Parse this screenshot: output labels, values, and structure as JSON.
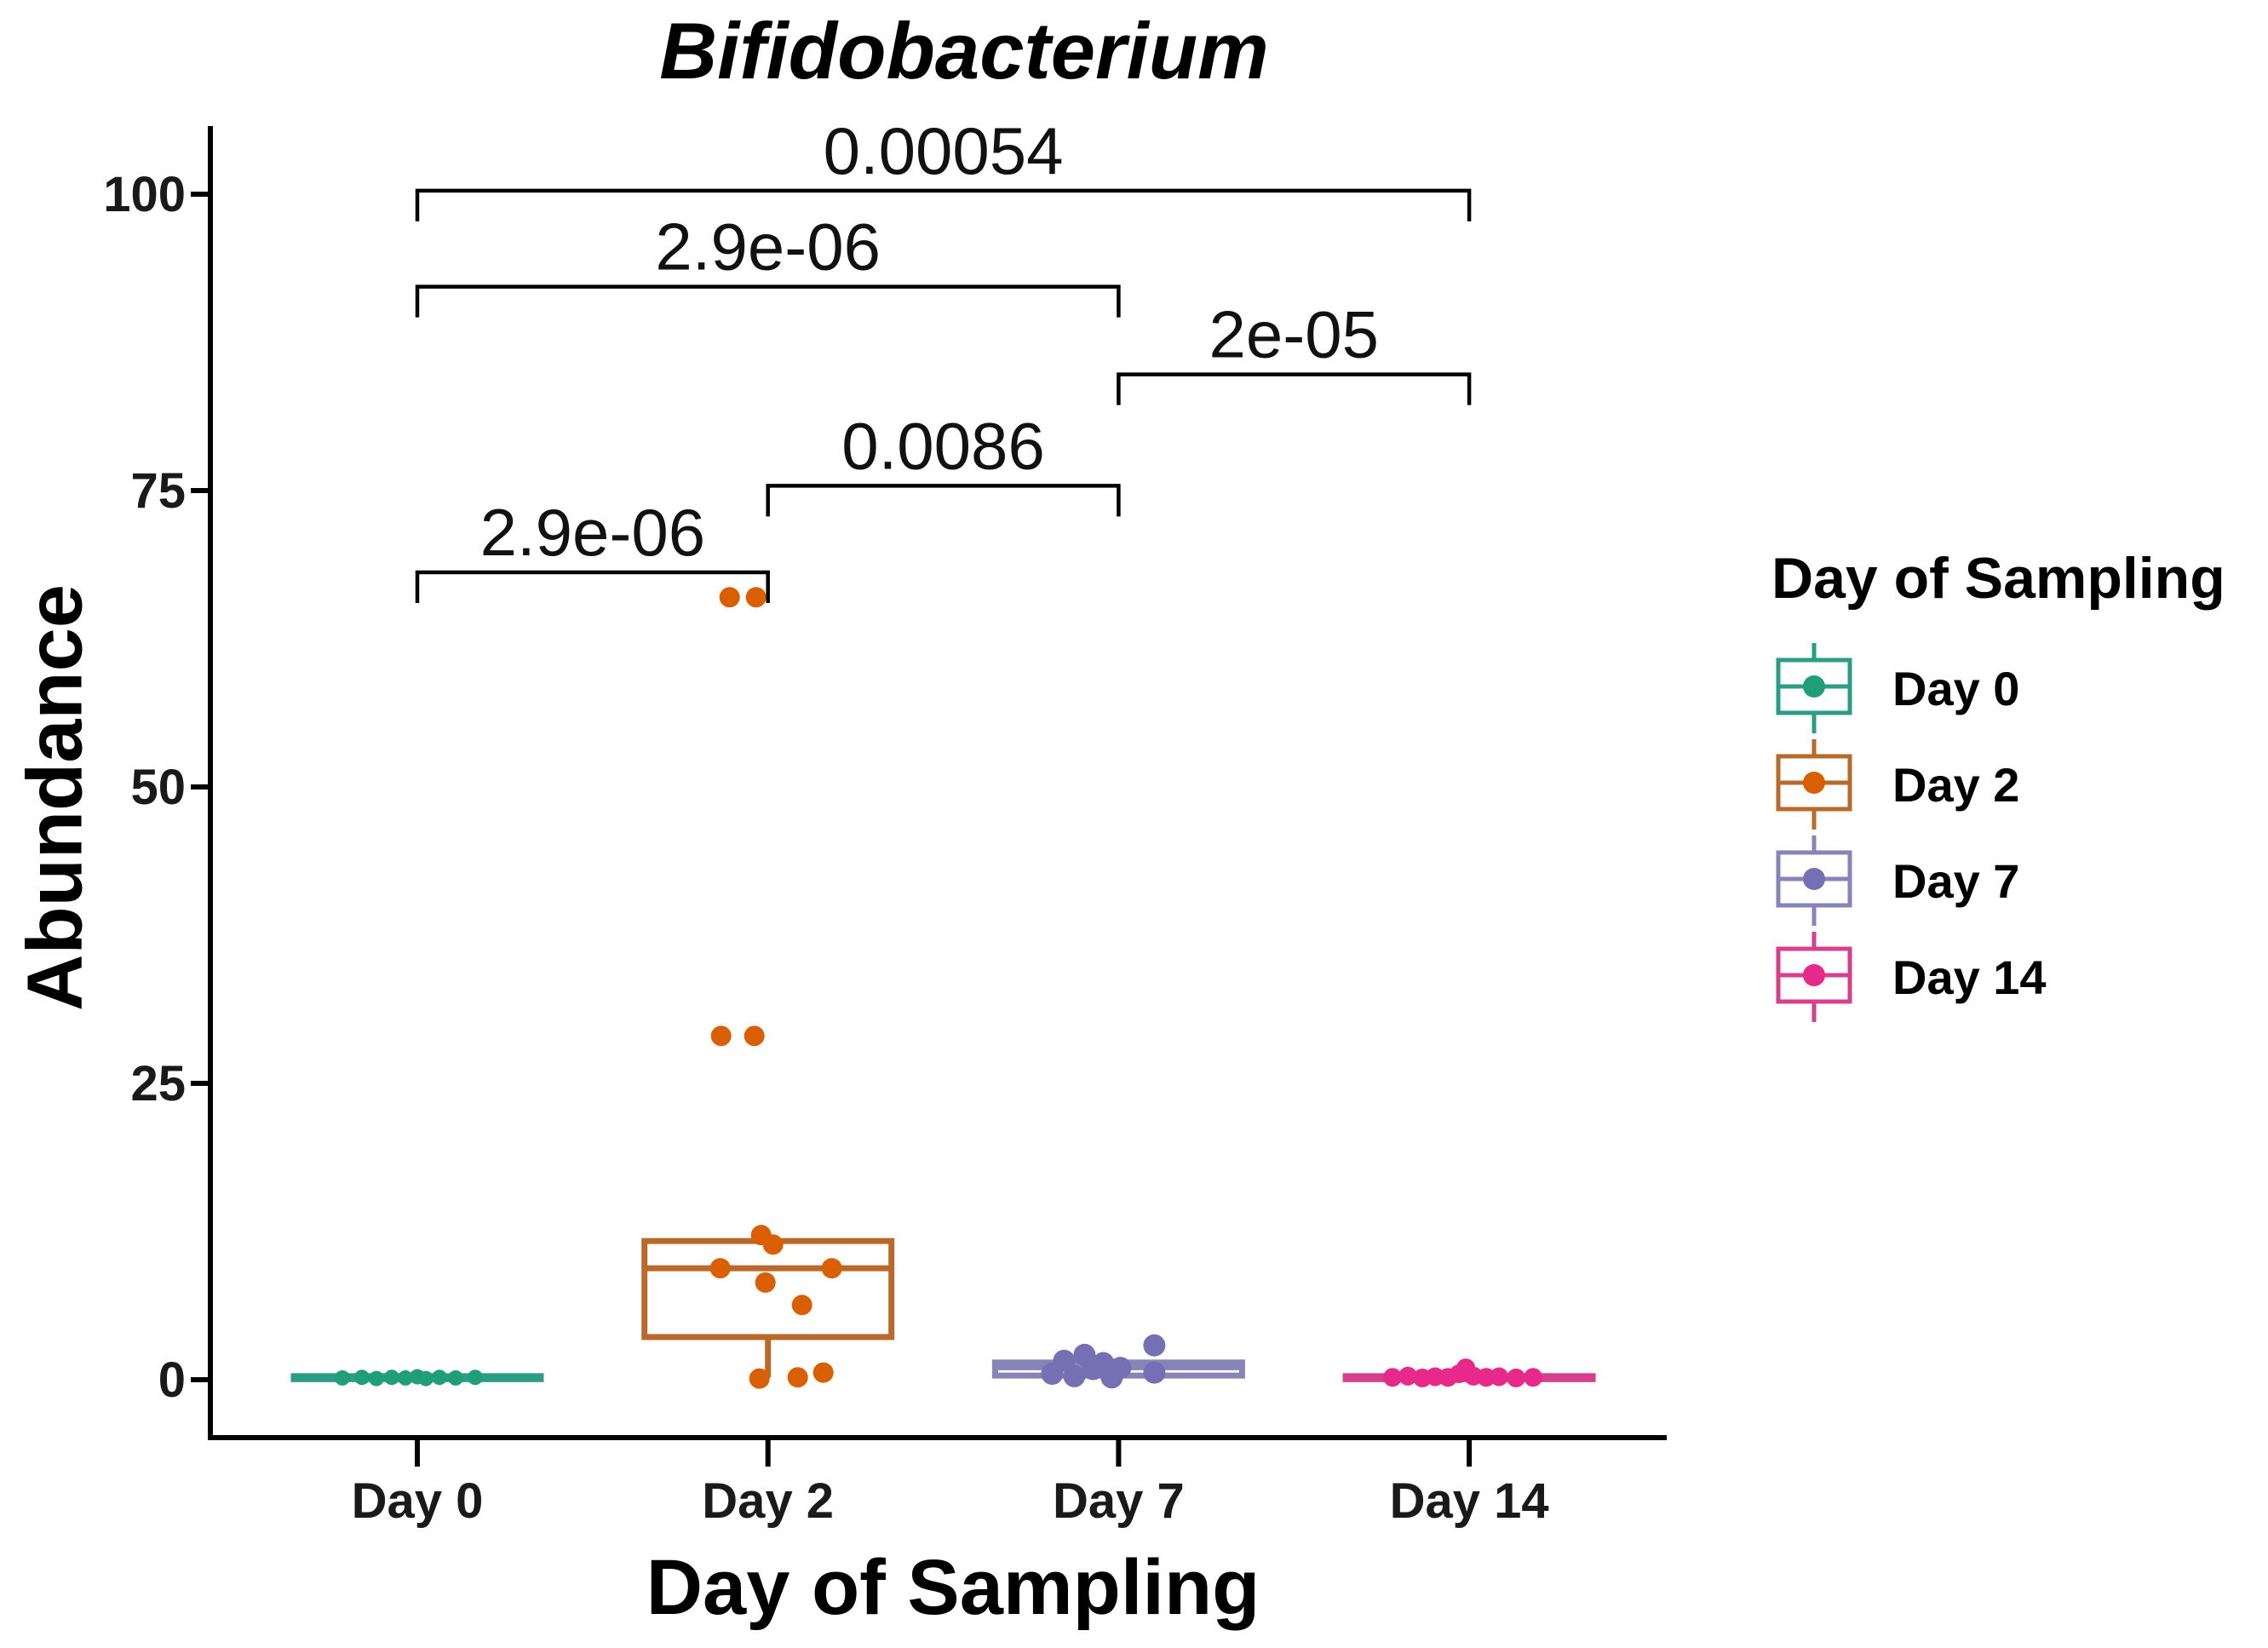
{
  "chart_data": {
    "type": "boxplot",
    "title": "Bifidobacterium",
    "xlabel": "Day of Sampling",
    "ylabel": "Abundance",
    "ylim": [
      -5,
      105
    ],
    "yticks": [
      0,
      25,
      50,
      75,
      100
    ],
    "grid": "off",
    "categories": [
      "Day 0",
      "Day 2",
      "Day 7",
      "Day 14"
    ],
    "legend": {
      "title": "Day of Sampling",
      "position": "right",
      "entries": [
        "Day 0",
        "Day 2",
        "Day 7",
        "Day 14"
      ]
    },
    "series": [
      {
        "name": "Day 0",
        "stroke": "#2B9C85",
        "color": "#1F9E77",
        "point_radius": 9,
        "box": {
          "q1": 0.05,
          "median": 0.15,
          "q3": 0.3,
          "whisker_low": 0.05,
          "whisker_high": 0.3
        },
        "points": [
          [
            -88,
            0.15
          ],
          [
            -65,
            0.2
          ],
          [
            -48,
            0.1
          ],
          [
            -30,
            0.2
          ],
          [
            -14,
            0.15
          ],
          [
            0,
            0.25
          ],
          [
            10,
            0.1
          ],
          [
            26,
            0.2
          ],
          [
            45,
            0.15
          ],
          [
            68,
            0.2
          ]
        ]
      },
      {
        "name": "Day 2",
        "stroke": "#B96A2A",
        "color": "#D95F02",
        "point_radius": 12,
        "box": {
          "q1": 3.6,
          "median": 9.4,
          "q3": 11.7,
          "whisker_low": 0.2,
          "whisker_high": 11.7
        },
        "points": [
          [
            -45,
            66
          ],
          [
            -14,
            66
          ],
          [
            -55,
            29
          ],
          [
            -16,
            29
          ],
          [
            -8,
            12.2
          ],
          [
            6,
            11.4
          ],
          [
            -56,
            9.4
          ],
          [
            75,
            9.4
          ],
          [
            -3,
            8.2
          ],
          [
            40,
            6.3
          ],
          [
            -10,
            0.1
          ],
          [
            35,
            0.2
          ],
          [
            65,
            0.6
          ]
        ]
      },
      {
        "name": "Day 7",
        "stroke": "#8784B8",
        "color": "#7570B3",
        "point_radius": 13,
        "box": {
          "q1": 0.35,
          "median": 1.05,
          "q3": 1.45,
          "whisker_low": 0.35,
          "whisker_high": 1.45
        },
        "points": [
          [
            -78,
            0.5
          ],
          [
            -64,
            1.6
          ],
          [
            -52,
            0.3
          ],
          [
            -40,
            2.1
          ],
          [
            -30,
            0.9
          ],
          [
            -18,
            1.4
          ],
          [
            -8,
            0.2
          ],
          [
            2,
            1.0
          ],
          [
            42,
            2.9
          ],
          [
            42,
            0.6
          ]
        ]
      },
      {
        "name": "Day 14",
        "stroke": "#D53F8C",
        "color": "#E7298A",
        "point_radius": 11,
        "box": {
          "q1": 0.05,
          "median": 0.15,
          "q3": 0.3,
          "whisker_low": 0.05,
          "whisker_high": 0.3
        },
        "points": [
          [
            -90,
            0.2
          ],
          [
            -72,
            0.3
          ],
          [
            -55,
            0.15
          ],
          [
            -40,
            0.25
          ],
          [
            -25,
            0.2
          ],
          [
            -12,
            0.5
          ],
          [
            -4,
            1.0
          ],
          [
            5,
            0.3
          ],
          [
            20,
            0.2
          ],
          [
            35,
            0.25
          ],
          [
            55,
            0.15
          ],
          [
            75,
            0.2
          ]
        ]
      }
    ],
    "significance_brackets": [
      {
        "group1": "Day 0",
        "group2": "Day 2",
        "label": "2.9e-06",
        "y": 68.1
      },
      {
        "group1": "Day 2",
        "group2": "Day 7",
        "label": "0.0086",
        "y": 75.4
      },
      {
        "group1": "Day 7",
        "group2": "Day 14",
        "label": "2e-05",
        "y": 84.8
      },
      {
        "group1": "Day 0",
        "group2": "Day 7",
        "label": "2.9e-06",
        "y": 92.2
      },
      {
        "group1": "Day 0",
        "group2": "Day 14",
        "label": "0.00054",
        "y": 100.3
      }
    ],
    "axis_color": "#000000",
    "tick_label_color": "#1a1a1a",
    "pvalue_color": "#111111"
  }
}
